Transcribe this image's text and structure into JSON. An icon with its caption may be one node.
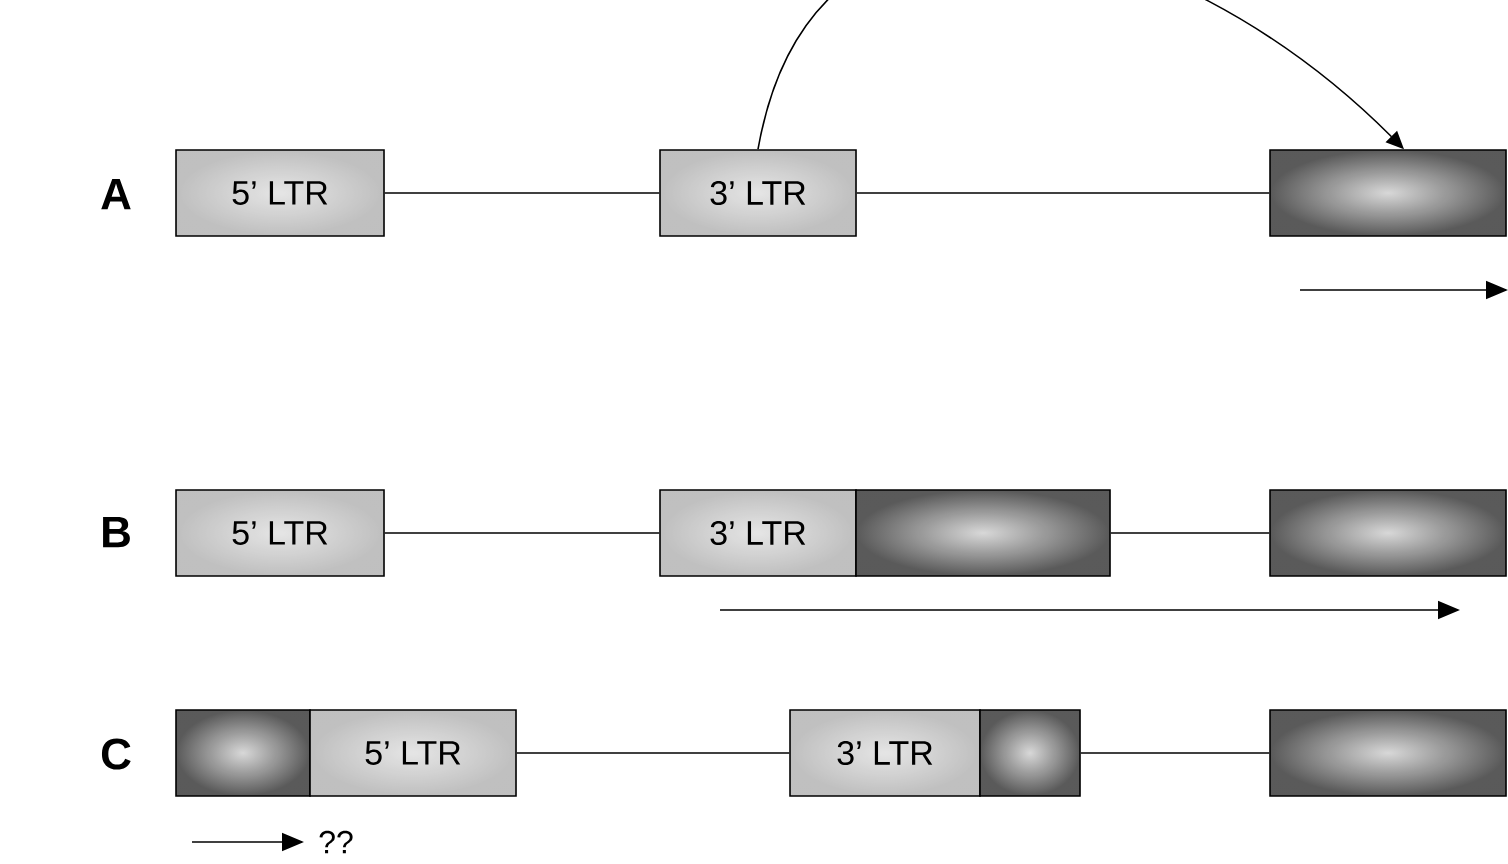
{
  "diagram": {
    "nodes": [
      {
        "text": [
          "5’ LTR"
        ]
      },
      {
        "text": [
          "3’ LTR"
        ]
      },
      {
        "text": [],
        "shape": "box"
      },
      {
        "text": [
          "5’ LTR"
        ]
      },
      {
        "text": [
          "3’ LTR"
        ]
      },
      {
        "text": [],
        "shape": "box"
      },
      {
        "text": [],
        "shape": "box"
      },
      {
        "text": [],
        "shape": "box"
      },
      {
        "text": [
          "5’ LTR"
        ]
      },
      {
        "text": [
          "3’ LTR"
        ]
      },
      {
        "text": [],
        "shape": "box"
      },
      {
        "text": [],
        "shape": "box"
      }
    ],
    "edges": [
      {
        "from": 0,
        "to": 1,
        "arrow": "none"
      },
      {
        "from": 1,
        "to": 2,
        "arrow": "none"
      },
      {
        "from": 1,
        "to": 2,
        "arrow": "to"
      },
      {
        "from": 3,
        "to": 4,
        "arrow": "none"
      },
      {
        "from": 5,
        "to": 6,
        "arrow": "none"
      },
      {
        "from": 8,
        "to": 9,
        "arrow": "none"
      },
      {
        "from": 10,
        "to": 11,
        "arrow": "none"
      }
    ],
    "labels": [
      "A",
      "B",
      "C",
      "??"
    ]
  }
}
